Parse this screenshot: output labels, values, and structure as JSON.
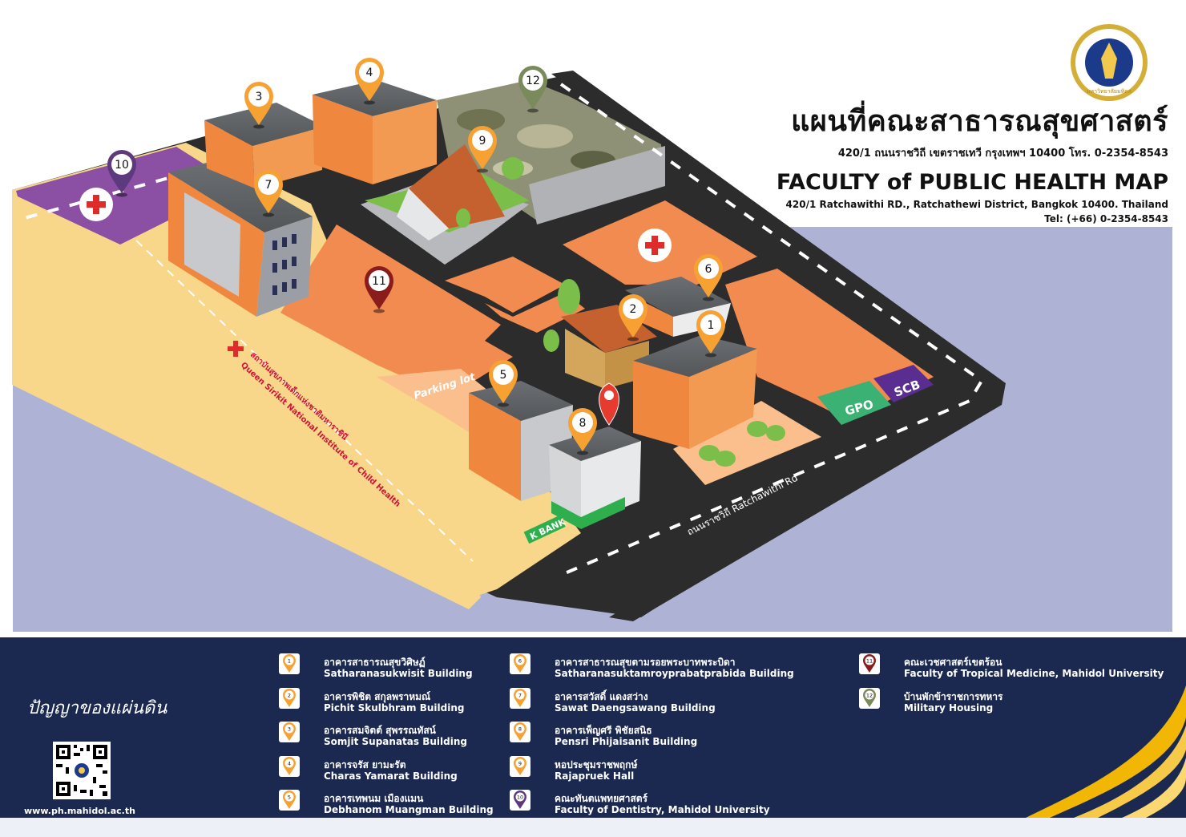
{
  "header": {
    "title_th": "แผนที่คณะสาธารณสุขศาสตร์",
    "address_th": "420/1 ถนนราชวิถี เขตราชเทวี กรุงเทพฯ 10400 โทร. 0-2354-8543",
    "title_en": "FACULTY of PUBLIC HEALTH MAP",
    "address_en": "420/1 Ratchawithi RD., Ratchathewi District, Bangkok 10400. Thailand",
    "tel": "Tel: (+66) 0-2354-8543",
    "logo_text": "มหาวิทยาลัยมหิดล"
  },
  "map": {
    "markers": [
      {
        "number": "1",
        "color": "#f7a133"
      },
      {
        "number": "2",
        "color": "#f7a133"
      },
      {
        "number": "3",
        "color": "#f7a133"
      },
      {
        "number": "4",
        "color": "#f7a133"
      },
      {
        "number": "5",
        "color": "#f7a133"
      },
      {
        "number": "6",
        "color": "#f7a133"
      },
      {
        "number": "7",
        "color": "#f7a133"
      },
      {
        "number": "8",
        "color": "#f7a133"
      },
      {
        "number": "9",
        "color": "#f7a133"
      },
      {
        "number": "10",
        "color": "#5d3a7d"
      },
      {
        "number": "11",
        "color": "#8a1c1c"
      },
      {
        "number": "12",
        "color": "#7a8a5b"
      }
    ],
    "parking_label": "Parking lot",
    "road_label": "ถนนราชวิถี  Ratchawithi Rd",
    "institute_th": "สถาบันสุขภาพเด็กแห่งชาติมหาราชินี",
    "institute_en": "Queen Sirikit National Institute of Child Health",
    "gpo_label": "GPO",
    "scb_label": "SCB",
    "kbank_label": "K BANK",
    "colors": {
      "background": "#aeb3d6",
      "road": "#2c2c2c",
      "plot": "#f28b50",
      "sidewalk": "#f8d78a",
      "dentistry": "#8b4fa3",
      "gpo": "#3bb173",
      "scb": "#5a2d91"
    }
  },
  "footer": {
    "signature": "ปัญญาของแผ่นดิน",
    "website": "www.ph.mahidol.ac.th",
    "legend": [
      {
        "number": "1",
        "th": "อาคารสาธารณสุขวิศิษฏ์",
        "en": "Satharanasukwisit Building",
        "color": "#f7a133"
      },
      {
        "number": "2",
        "th": "อาคารพิชิต สกุลพราหมณ์",
        "en": "Pichit Skulbhram Building",
        "color": "#f7a133"
      },
      {
        "number": "3",
        "th": "อาคารสมจิตต์ สุพรรณทัสน์",
        "en": "Somjit Supanatas Building",
        "color": "#f7a133"
      },
      {
        "number": "4",
        "th": "อาคารจรัส ยามะรัต",
        "en": "Charas Yamarat Building",
        "color": "#f7a133"
      },
      {
        "number": "5",
        "th": "อาคารเทพนม เมืองแมน",
        "en": "Debhanom Muangman Building",
        "color": "#f7a133"
      },
      {
        "number": "6",
        "th": "อาคารสาธารณสุขตามรอยพระบาทพระบิดา",
        "en": "Satharanasuktamroyprabatprabida Building",
        "color": "#f7a133"
      },
      {
        "number": "7",
        "th": "อาคารสวัสดิ์ แดงสว่าง",
        "en": "Sawat Daengsawang Building",
        "color": "#f7a133"
      },
      {
        "number": "8",
        "th": "อาคารเพ็ญศรี พิชัยสนิธ",
        "en": "Pensri Phijaisanit Building",
        "color": "#f7a133"
      },
      {
        "number": "9",
        "th": "หอประชุมราชพฤกษ์",
        "en": "Rajapruek Hall",
        "color": "#f7a133"
      },
      {
        "number": "10",
        "th": "คณะทันตแพทยศาสตร์",
        "en": "Faculty of Dentistry, Mahidol University",
        "color": "#5d3a7d"
      },
      {
        "number": "11",
        "th": "คณะเวชศาสตร์เขตร้อน",
        "en": "Faculty of Tropical Medicine, Mahidol University",
        "color": "#8a1c1c"
      },
      {
        "number": "12",
        "th": "บ้านพักข้าราชการทหาร",
        "en": "Military Housing",
        "color": "#7a8a5b"
      }
    ]
  }
}
